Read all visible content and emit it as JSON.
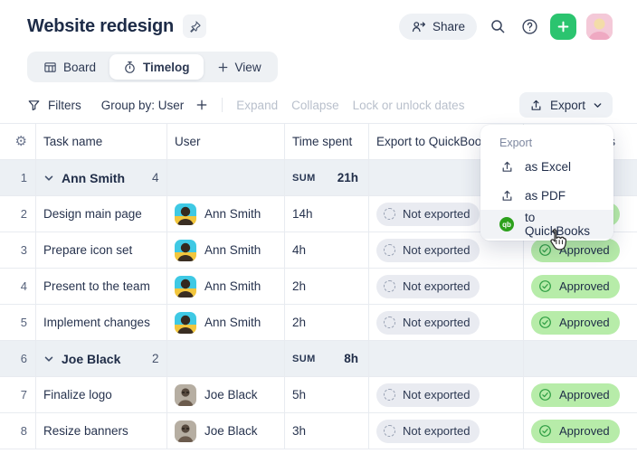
{
  "header": {
    "title": "Website redesign",
    "share_label": "Share"
  },
  "tabs": {
    "board": "Board",
    "timelog": "Timelog",
    "view": "View"
  },
  "toolbar": {
    "filters": "Filters",
    "group_by": "Group by: User",
    "expand": "Expand",
    "collapse": "Collapse",
    "lock_dates": "Lock or unlock dates",
    "export": "Export"
  },
  "table": {
    "columns": {
      "task": "Task name",
      "user": "User",
      "time": "Time spent",
      "export": "Export to QuickBooks",
      "status": "Approval status"
    },
    "rows": [
      {
        "num": "1",
        "type": "group",
        "name": "Ann Smith",
        "count": "4",
        "sum_label": "SUM",
        "sum_value": "21h"
      },
      {
        "num": "2",
        "type": "task",
        "task": "Design main page",
        "user": "Ann Smith",
        "time": "14h",
        "export_label": "Not exported",
        "status_label": "Approved"
      },
      {
        "num": "3",
        "type": "task",
        "task": "Prepare icon set",
        "user": "Ann Smith",
        "time": "4h",
        "export_label": "Not exported",
        "status_label": "Approved"
      },
      {
        "num": "4",
        "type": "task",
        "task": "Present to the team",
        "user": "Ann Smith",
        "time": "2h",
        "export_label": "Not exported",
        "status_label": "Approved"
      },
      {
        "num": "5",
        "type": "task",
        "task": "Implement changes",
        "user": "Ann Smith",
        "time": "2h",
        "export_label": "Not exported",
        "status_label": "Approved"
      },
      {
        "num": "6",
        "type": "group",
        "name": "Joe Black",
        "count": "2",
        "sum_label": "SUM",
        "sum_value": "8h"
      },
      {
        "num": "7",
        "type": "task",
        "task": "Finalize logo",
        "user": "Joe Black",
        "time": "5h",
        "export_label": "Not exported",
        "status_label": "Approved"
      },
      {
        "num": "8",
        "type": "task",
        "task": "Resize banners",
        "user": "Joe Black",
        "time": "3h",
        "export_label": "Not exported",
        "status_label": "Approved"
      }
    ]
  },
  "export_menu": {
    "title": "Export",
    "excel": "as Excel",
    "pdf": "as PDF",
    "quickbooks": "to QuickBooks",
    "qb_badge": "qb"
  },
  "colors": {
    "accent_green": "#2BC46F",
    "quickbooks_green": "#2CA01C",
    "approved_bg": "#B7ECA9",
    "approved_icon": "#2F9E44",
    "not_exported_bg": "#E9EBF1",
    "group_row_bg": "#ECF0F4"
  }
}
